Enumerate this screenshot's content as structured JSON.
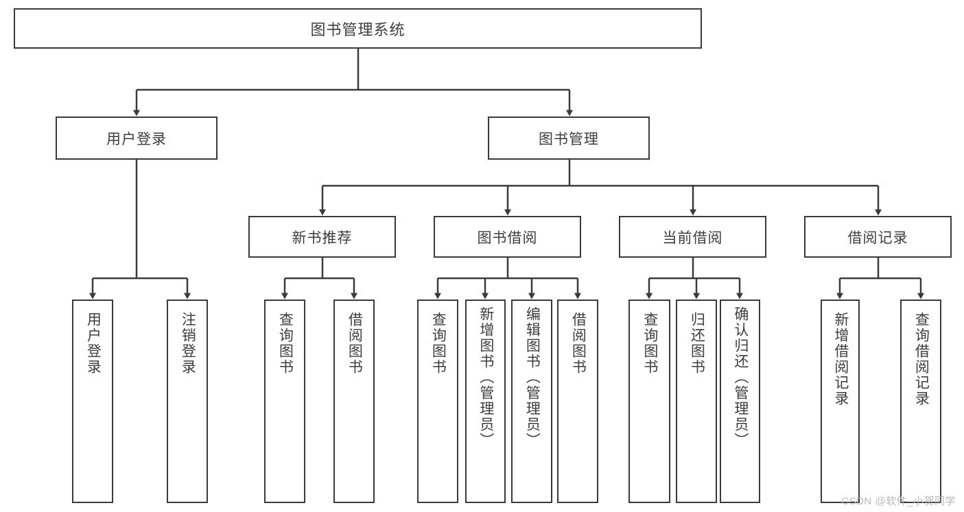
{
  "diagram": {
    "title": "图书管理系统",
    "type": "hierarchy-tree",
    "colors": {
      "box_border": "#3a3a3a",
      "box_fill": "#ffffff",
      "text": "#3d3d3d",
      "watermark": "#b9b9b9"
    },
    "root": {
      "label": "图书管理系统"
    },
    "level2": [
      {
        "label": "用户登录"
      },
      {
        "label": "图书管理"
      }
    ],
    "level3": [
      {
        "label": "新书推荐"
      },
      {
        "label": "图书借阅"
      },
      {
        "label": "当前借阅"
      },
      {
        "label": "借阅记录"
      }
    ],
    "leaves": {
      "user_login": [
        {
          "label": "用户登录"
        },
        {
          "label": "注销登录"
        }
      ],
      "new_book": [
        {
          "label": "查询图书"
        },
        {
          "label": "借阅图书"
        }
      ],
      "book_borrow": [
        {
          "label": "查询图书"
        },
        {
          "label": "新增图书（管理员）"
        },
        {
          "label": "编辑图书（管理员）"
        },
        {
          "label": "借阅图书"
        }
      ],
      "current_borrow": [
        {
          "label": "查询图书"
        },
        {
          "label": "归还图书"
        },
        {
          "label": "确认归还（管理员）"
        }
      ],
      "borrow_record": [
        {
          "label": "新增借阅记录"
        },
        {
          "label": "查询借阅记录"
        }
      ]
    }
  },
  "watermark": {
    "text": "CSDN @软件_小贺同学"
  }
}
